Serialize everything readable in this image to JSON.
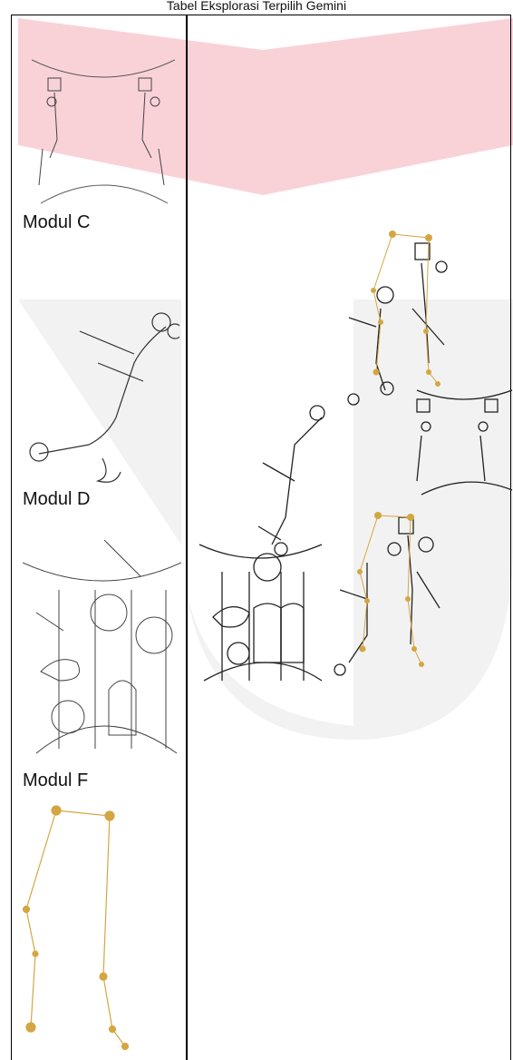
{
  "document": {
    "caption": "Tabel Eksplorasi Terpilih Gemini"
  },
  "modules": [
    {
      "label": "Modul C"
    },
    {
      "label": "Modul D"
    },
    {
      "label": "Modul F"
    }
  ],
  "colors": {
    "line_art": "#222222",
    "constellation": "#d4a642",
    "watermark_red": "#f7c6cd",
    "watermark_gray": "#eeeeee",
    "table_border": "#000000"
  }
}
